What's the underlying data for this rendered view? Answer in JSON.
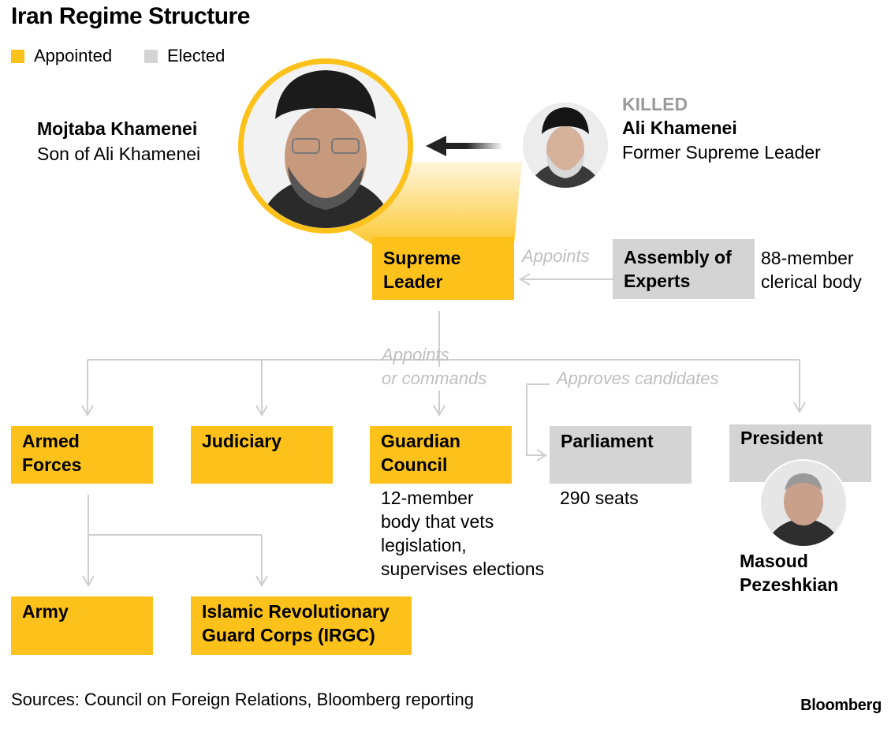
{
  "title": "Iran Regime Structure",
  "legend": [
    {
      "label": "Appointed",
      "color": "#fcc21b"
    },
    {
      "label": "Elected",
      "color": "#d4d4d4"
    }
  ],
  "successor": {
    "name": "Mojtaba Khamenei",
    "role": "Son of Ali Khamenei"
  },
  "former": {
    "status": "KILLED",
    "name": "Ali Khamenei",
    "role": "Former Supreme Leader"
  },
  "supreme_leader": {
    "line1": "Supreme",
    "line2": "Leader"
  },
  "assembly": {
    "line1": "Assembly of",
    "line2": "Experts",
    "desc1": "88-member",
    "desc2": "clerical body"
  },
  "edge_labels": {
    "appoints": "Appoints",
    "appoints_or_commands_1": "Appoints",
    "appoints_or_commands_2": "or commands",
    "approves_candidates": "Approves candidates"
  },
  "armed_forces": {
    "line1": "Armed",
    "line2": "Forces"
  },
  "judiciary": {
    "label": "Judiciary"
  },
  "guardian_council": {
    "line1": "Guardian",
    "line2": "Council",
    "desc": [
      "12-member",
      "body that vets",
      "legislation,",
      "supervises elections"
    ]
  },
  "parliament": {
    "label": "Parliament",
    "desc": "290 seats"
  },
  "president": {
    "label": "President",
    "name1": "Masoud",
    "name2": "Pezeshkian"
  },
  "army": {
    "label": "Army"
  },
  "irgc": {
    "line1": "Islamic Revolutionary",
    "line2": "Guard Corps (IRGC)"
  },
  "footer": {
    "sources": "Sources: Council on Foreign Relations, Bloomberg reporting",
    "brand": "Bloomberg"
  }
}
